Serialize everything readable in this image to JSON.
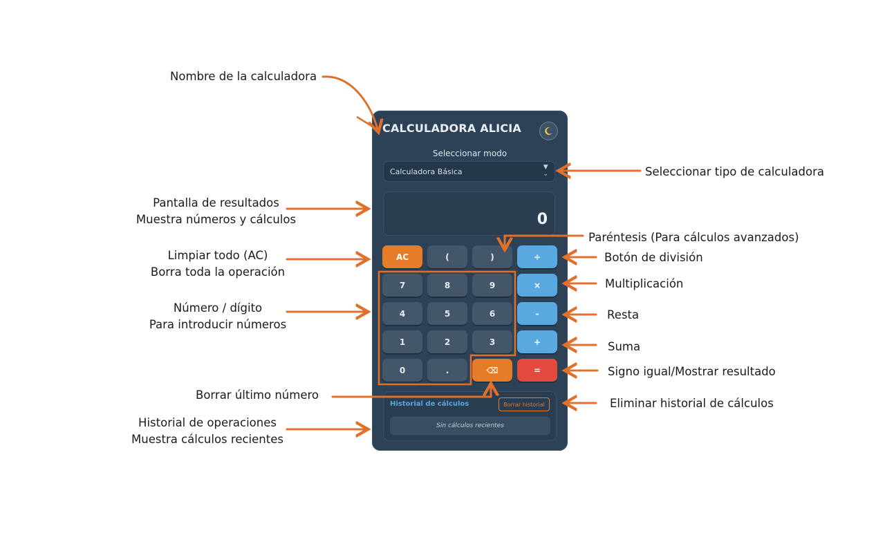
{
  "calculator": {
    "title": "CALCULADORA ALICIA",
    "theme_icon": "moon-icon",
    "mode_label": "Seleccionar modo",
    "mode_value": "Calculadora Básica",
    "display_value": "0",
    "keys": [
      [
        "AC",
        "(",
        ")",
        "÷"
      ],
      [
        "7",
        "8",
        "9",
        "×"
      ],
      [
        "4",
        "5",
        "6",
        "-"
      ],
      [
        "1",
        "2",
        "3",
        "+"
      ],
      [
        "0",
        ".",
        "⌫",
        "="
      ]
    ],
    "history": {
      "title": "Historial de cálculos",
      "clear_button": "Borrar historial",
      "empty_text": "Sin cálculos recientes"
    },
    "colors": {
      "panel": "#2e4257",
      "number_key": "#44576a",
      "operator_key": "#5aa8e0",
      "clear_key": "#e67c28",
      "equals_key": "#e14a3c",
      "annotation_arrow": "#e0702a"
    }
  },
  "annotations": {
    "name": "Nombre de la calculadora",
    "mode": "Seleccionar tipo de calculadora",
    "display_line1": "Pantalla de resultados",
    "display_line2": "Muestra números y cálculos",
    "parens": "Paréntesis (Para cálculos avanzados)",
    "division": "Botón de división",
    "ac_line1": "Limpiar todo (AC)",
    "ac_line2": "Borra toda la operación",
    "multiply": "Multiplicación",
    "digit_line1": "Número / dígito",
    "digit_line2": "Para introducir números",
    "subtract": "Resta",
    "add": "Suma",
    "equals": "Signo igual/Mostrar resultado",
    "backspace": "Borrar último número",
    "clear_history": "Eliminar historial de cálculos",
    "history_line1": "Historial de operaciones",
    "history_line2": "Muestra cálculos recientes"
  }
}
